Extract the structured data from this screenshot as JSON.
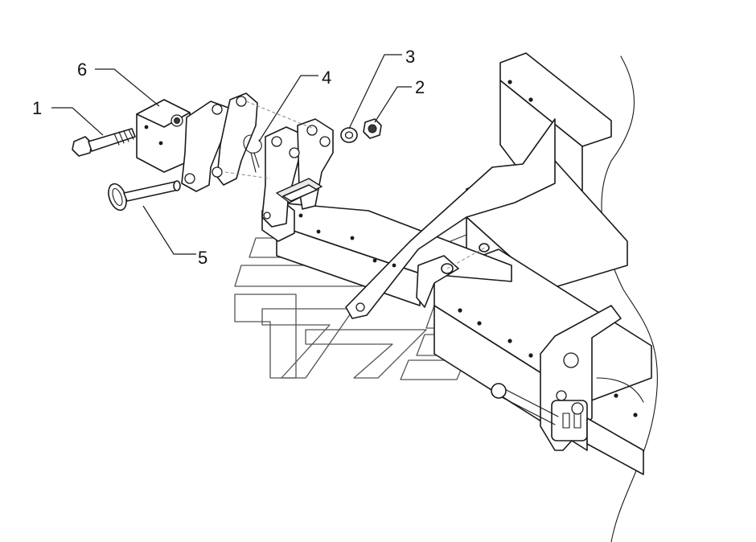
{
  "callouts": [
    {
      "id": "1",
      "label": "1"
    },
    {
      "id": "2",
      "label": "2"
    },
    {
      "id": "3",
      "label": "3"
    },
    {
      "id": "4",
      "label": "4"
    },
    {
      "id": "5",
      "label": "5"
    },
    {
      "id": "6",
      "label": "6"
    }
  ],
  "colors": {
    "line": "#1a1a1a",
    "watermark": "#555555",
    "background": "#ffffff"
  }
}
